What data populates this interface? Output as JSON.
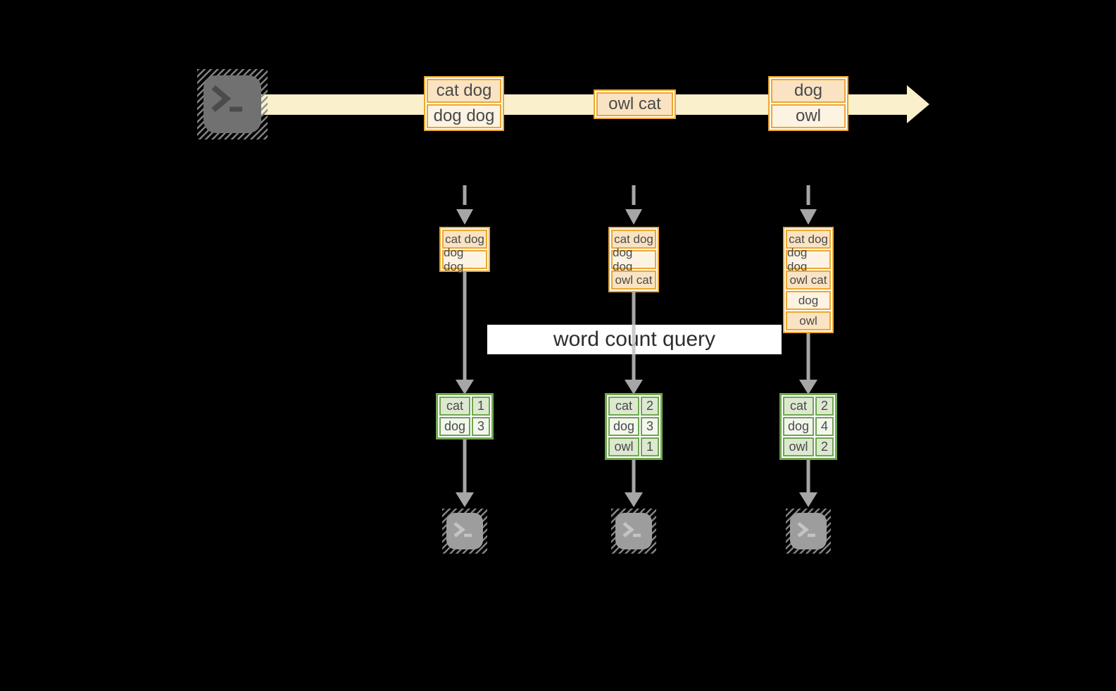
{
  "query": {
    "label": "word count query"
  },
  "stream": {
    "source_icon": "terminal-icon",
    "batches": [
      {
        "items": [
          "cat dog",
          "dog dog"
        ]
      },
      {
        "items": [
          "owl cat"
        ]
      },
      {
        "items": [
          "dog",
          "owl"
        ]
      }
    ]
  },
  "columns": [
    {
      "state": [
        "cat dog",
        "dog dog"
      ],
      "counts": {
        "rows": [
          {
            "word": "cat",
            "count": "1"
          },
          {
            "word": "dog",
            "count": "3"
          }
        ]
      },
      "sink_icon": "terminal-icon"
    },
    {
      "state": [
        "cat dog",
        "dog dog",
        "owl cat"
      ],
      "counts": {
        "rows": [
          {
            "word": "cat",
            "count": "2"
          },
          {
            "word": "dog",
            "count": "3"
          },
          {
            "word": "owl",
            "count": "1"
          }
        ]
      },
      "sink_icon": "terminal-icon"
    },
    {
      "state": [
        "cat dog",
        "dog dog",
        "owl cat",
        "dog",
        "owl"
      ],
      "counts": {
        "rows": [
          {
            "word": "cat",
            "count": "2"
          },
          {
            "word": "dog",
            "count": "4"
          },
          {
            "word": "owl",
            "count": "2"
          }
        ]
      },
      "sink_icon": "terminal-icon"
    }
  ],
  "colors": {
    "canvas-bg": "#000000",
    "band": "#faf0cb",
    "box-border": "#eba832",
    "box-fill-dark": "#fae3c2",
    "box-fill-light": "#fdf3e2",
    "table-border": "#6fa64e",
    "table-fill-dark": "#dde8d1",
    "table-fill-light": "#f2f6ed",
    "arrow": "#c3c3c3",
    "label-bg": "#ffffff",
    "label-text": "#2d2d2d",
    "cell-text": "#4a4a4a",
    "terminal-dark": "#717171",
    "terminal-light": "#9d9d9d"
  }
}
